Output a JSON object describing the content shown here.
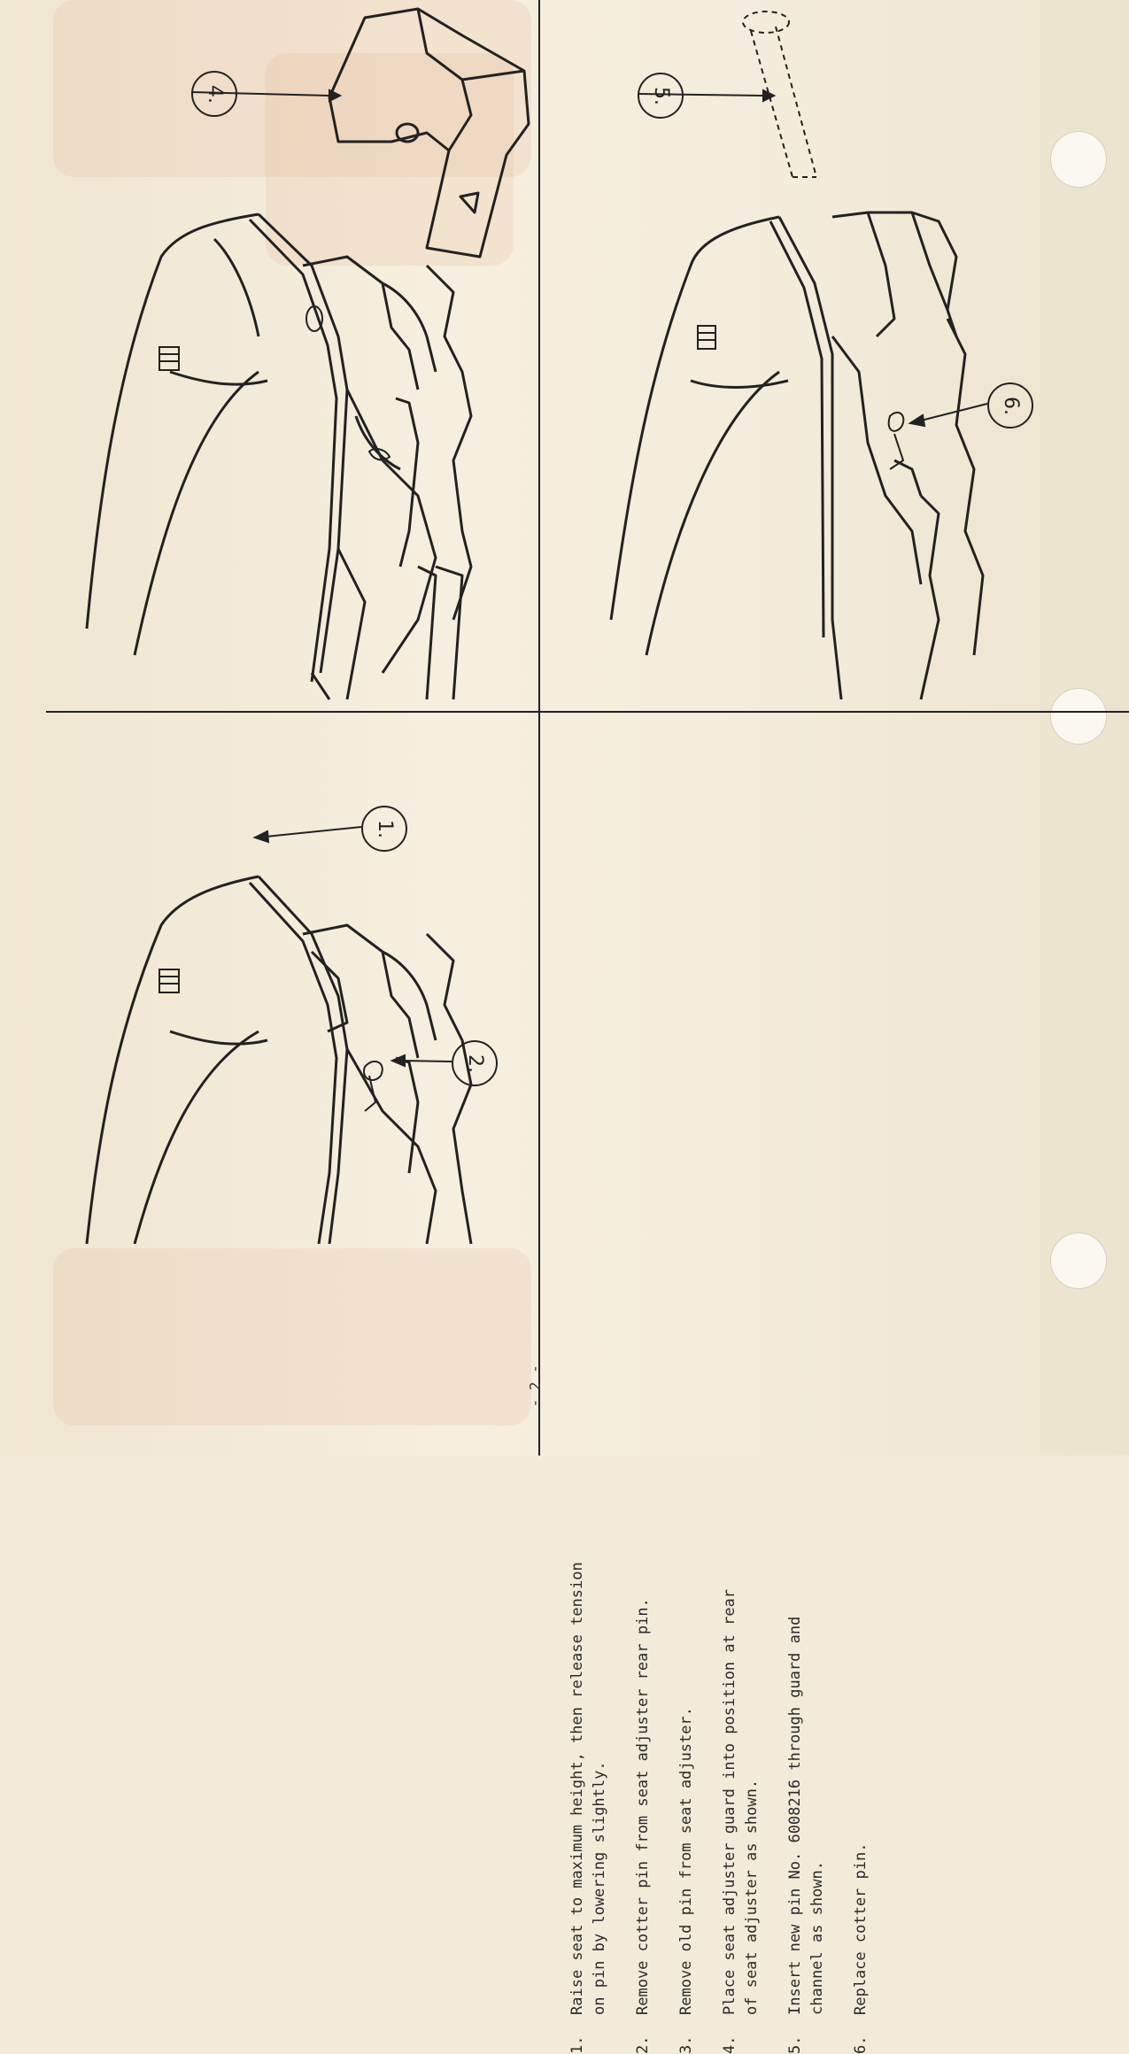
{
  "document": {
    "page_number": "- 2 -",
    "steps": [
      {
        "num": "1.",
        "text": "Raise seat to maximum height, then release tension\non pin by lowering slightly."
      },
      {
        "num": "2.",
        "text": "Remove cotter pin from seat adjuster rear pin."
      },
      {
        "num": "3.",
        "text": "Remove old pin from seat adjuster."
      },
      {
        "num": "4.",
        "text": "Place seat adjuster guard into position at rear\nof seat adjuster as shown."
      },
      {
        "num": "5.",
        "text": "Insert new pin No. 6008216 through guard and\nchannel as shown."
      },
      {
        "num": "6.",
        "text": "Replace cotter pin."
      }
    ],
    "callouts": {
      "c1": "1.",
      "c2": "2.",
      "c4": "4.",
      "c5": "5.",
      "c6": "6."
    }
  },
  "colors": {
    "ink": "#222222",
    "paper": "#f2ebd9"
  },
  "icons": [
    "seat-adjuster-illustration",
    "seat-adjuster-guard-illustration",
    "pin-illustration"
  ]
}
